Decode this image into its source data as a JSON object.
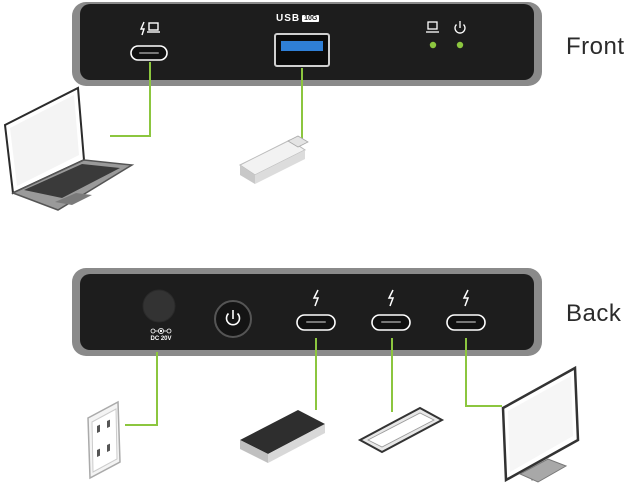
{
  "labels": {
    "front": "Front",
    "back": "Back",
    "usb": "USB",
    "usb_speed": "10G",
    "dc_input": "DC 20V"
  },
  "icons": {
    "front_ports": [
      "thunderbolt-laptop-icon",
      "usb-a-port",
      "laptop-led-icon",
      "power-led-icon"
    ],
    "back_ports": [
      "dc-power-jack",
      "power-button",
      "thunderbolt-icon",
      "thunderbolt-icon",
      "thunderbolt-icon"
    ],
    "devices": [
      "laptop",
      "usb-flash-drive",
      "wall-outlet",
      "external-drive",
      "smartphone",
      "monitor"
    ]
  },
  "colors": {
    "device_body": "#1d1d1d",
    "device_frame": "#8a8a8a",
    "connector_line": "#8cc63f",
    "usb_port_blue": "#2f7fd6",
    "led_green": "#8cc63f"
  }
}
